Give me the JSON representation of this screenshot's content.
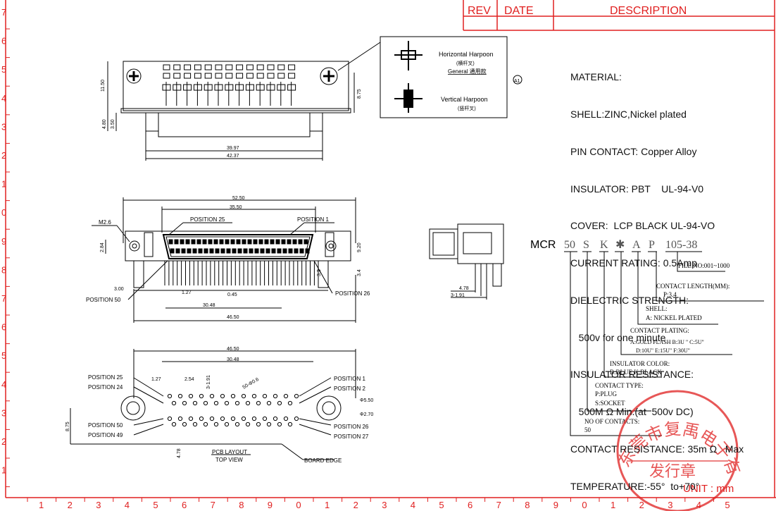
{
  "colors": {
    "frame": "#e02020",
    "ink": "#000000",
    "stamp": "#e8202080"
  },
  "title_block": {
    "rev": "REV",
    "date": "DATE",
    "description": "DESCRIPTION"
  },
  "border_left_labels": [
    "7",
    "6",
    "5",
    "4",
    "3",
    "2",
    "1",
    "0",
    "9",
    "8",
    "7",
    "6",
    "5",
    "4",
    "3",
    "2",
    "1"
  ],
  "border_bottom_labels": [
    "1",
    "2",
    "3",
    "4",
    "5",
    "6",
    "7",
    "8",
    "9",
    "0",
    "1",
    "2",
    "3",
    "4",
    "5",
    "6",
    "7",
    "8",
    "9",
    "0",
    "1",
    "2",
    "3",
    "4",
    "5"
  ],
  "material": [
    "MATERIAL:",
    "SHELL:ZINC,Nickel plated",
    "PIN CONTACT: Copper Alloy",
    "INSULATOR: PBT    UL-94-V0",
    "COVER:  LCP BLACK UL-94-VO",
    "CURRENT RATING: 0.5Amp",
    "DIELECTRIC STRENGTH:",
    "   500v for one minute",
    "INSULATOR RESISTANCE:",
    "   500M Ω Min.(at  500v DC)",
    "CONTACT RESISTANCE: 35m Ω   Max",
    "TEMPERATURE:-55°  to+70°"
  ],
  "harpoon": {
    "horizontal": "Horizontal Harpoon",
    "horizontal_cn": "(横杆叉)",
    "general": "General  通用款",
    "vertical": "Vertical Harpoon",
    "vertical_cn": "(竖杆叉)",
    "revision_mark": "A1"
  },
  "top_view_dims": {
    "overall_height": "11.50",
    "post": "8.75",
    "h1": "4.80",
    "h2": "3.50",
    "w_inner": "39.97",
    "w_outer": "42.37"
  },
  "front_view": {
    "d1": "52.50",
    "d2": "35.50",
    "screw": "M2.6",
    "pos25": "POSITION  25",
    "pos1": "POSITION  1",
    "pos50": "POSITION  50",
    "pos26": "POSITION  26",
    "h_left": "2.84",
    "h_right": "9.20",
    "d_300": "3.00",
    "pitch": "1.27",
    "pin_w": "0.45",
    "span": "30.48",
    "overall": "46.50",
    "t32": "3.2",
    "t34": "3.4"
  },
  "side_view": {
    "d1": "4.78",
    "d2": "3-1.91"
  },
  "pcb_layout": {
    "w1": "46.50",
    "w2": "30.48",
    "pitch1": "1.27",
    "pitch2": "2.54",
    "hole1": "3-1.91",
    "hole2": "50-Φ0.6",
    "dia1": "Φ5.50",
    "dia2": "Φ2.70",
    "h": "8.75",
    "row": "4.78",
    "pos25": "POSITION  25",
    "pos24": "POSITION  24",
    "pos50": "POSITION  50",
    "pos49": "POSITION  49",
    "pos1": "POSITION  1",
    "pos2": "POSITION  2",
    "pos26": "POSITION  26",
    "pos27": "POSITION  27",
    "title": "PCB  LAYOUT",
    "subtitle": "TOP  VIEW",
    "board_edge": "BOARD EDGE"
  },
  "part_number": {
    "prefix": "MCR",
    "c1": "50",
    "c2": "S",
    "c3": "K",
    "c4": "✱",
    "c5": "A",
    "c6": "P",
    "c7": "105-38",
    "file_no": "FILE NO:001~1000",
    "contact_length": "CONTACT LENGTH(MM):",
    "contact_length_v": "P:3.4",
    "shell": "SHELL:",
    "shell_v": "A: NICKEL PLATED",
    "plating": "CONTACT PLATING:",
    "plating_v1": "A:GOLD FLASH   B:3U \" C:5U\"",
    "plating_v2": "D:10U\" E:15U\" F:30U\"",
    "color": "INSULATOR COLOR:",
    "color_v": "B:BLUE  K:BLACK",
    "type": "CONTACT TYPE:",
    "type_v1": "P:PLUG",
    "type_v2": "S:SOCKET",
    "contacts": "NO  OF CONTACTS:",
    "contacts_v": "50"
  },
  "stamp": {
    "company": "东莞市复禹电子有限公司",
    "seal": "发行章"
  },
  "unit": "UNIT :  mm"
}
